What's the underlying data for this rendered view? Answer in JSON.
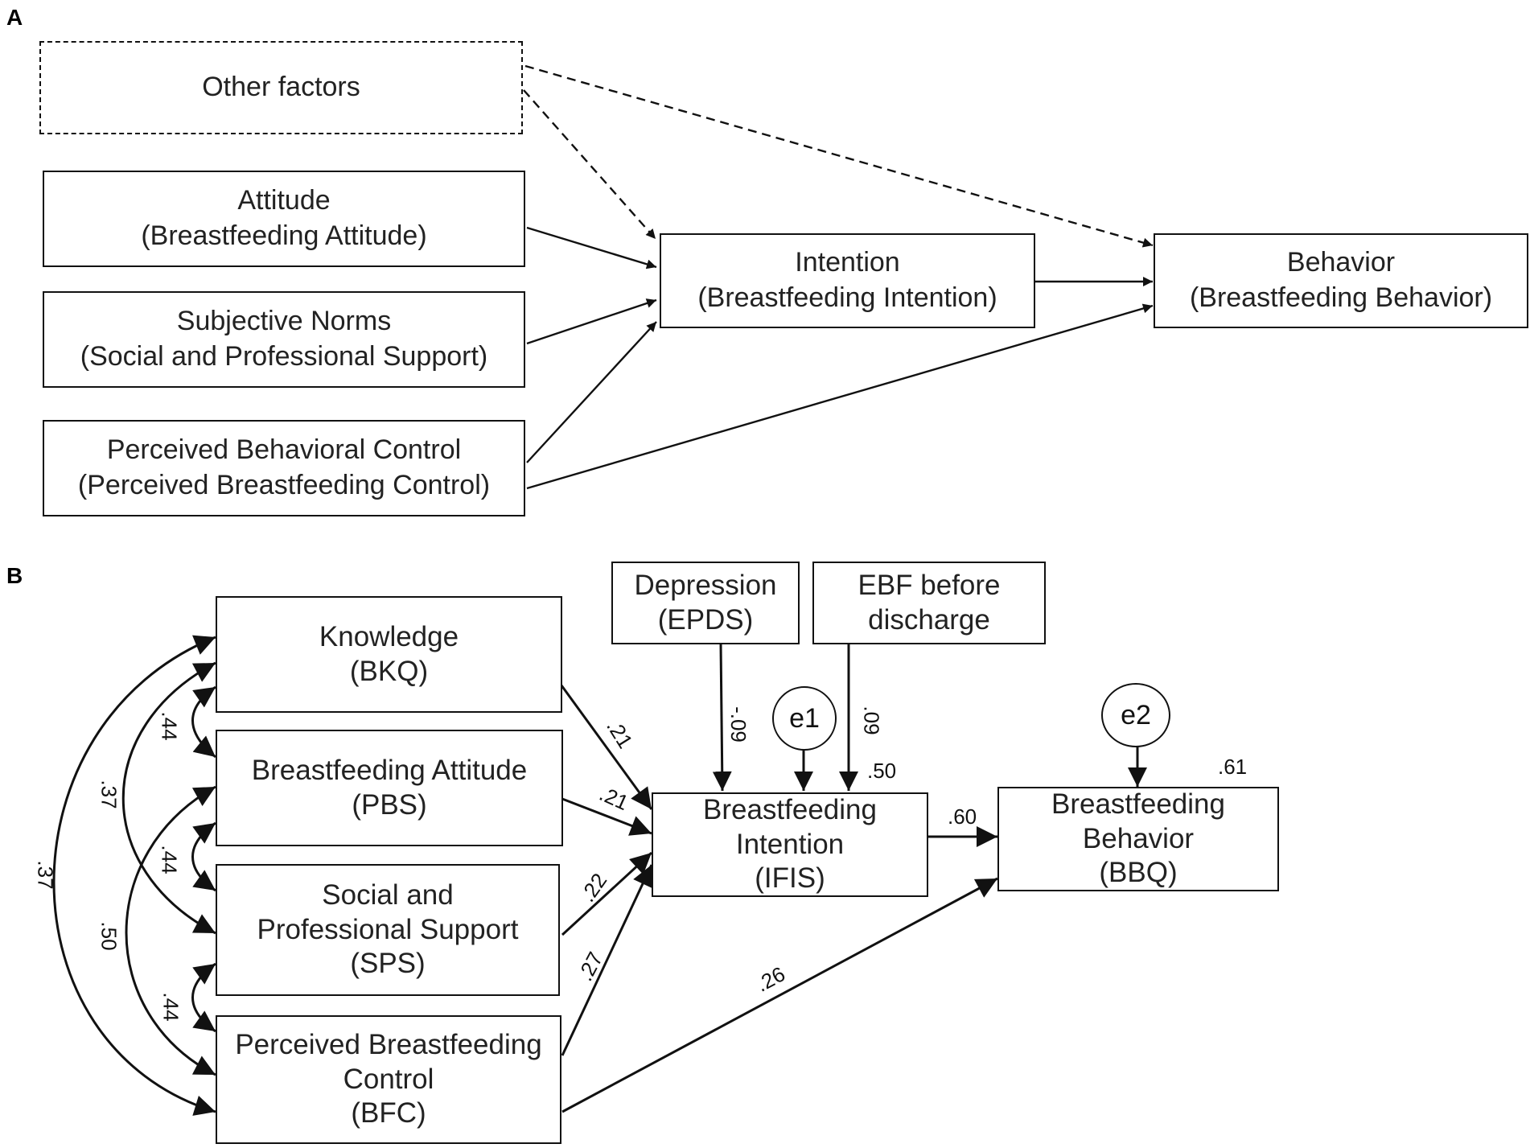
{
  "panel_a": {
    "label": "A",
    "other_factors": "Other factors",
    "attitude": {
      "title": "Attitude",
      "subtitle": "(Breastfeeding Attitude)"
    },
    "subjective_norms": {
      "title": "Subjective Norms",
      "subtitle": "(Social and Professional Support)"
    },
    "pbc": {
      "title": "Perceived Behavioral Control",
      "subtitle": "(Perceived Breastfeeding Control)"
    },
    "intention": {
      "title": "Intention",
      "subtitle": "(Breastfeeding Intention)"
    },
    "behavior": {
      "title": "Behavior",
      "subtitle": "(Breastfeeding Behavior)"
    }
  },
  "panel_b": {
    "label": "B",
    "knowledge": {
      "line1": "Knowledge",
      "line2": "(BKQ)"
    },
    "attitude": {
      "line1": "Breastfeeding Attitude",
      "line2": "(PBS)"
    },
    "support": {
      "line1": "Social and",
      "line2": "Professional Support",
      "line3": "(SPS)"
    },
    "control": {
      "line1": "Perceived Breastfeeding",
      "line2": "Control",
      "line3": "(BFC)"
    },
    "depression": {
      "line1": "Depression",
      "line2": "(EPDS)"
    },
    "ebf": {
      "line1": "EBF before",
      "line2": "discharge"
    },
    "intention": {
      "line1": "Breastfeeding",
      "line2": "Intention",
      "line3": "(IFIS)"
    },
    "behavior": {
      "line1": "Breastfeeding",
      "line2": "Behavior",
      "line3": "(BBQ)"
    },
    "e1": "e1",
    "e2": "e2",
    "coefficients": {
      "knowledge_intention": ".21",
      "attitude_intention": ".21",
      "support_intention": ".22",
      "control_intention": ".27",
      "control_behavior": ".26",
      "intention_behavior": ".60",
      "depression_intention": "-.09",
      "ebf_intention": ".09",
      "r2_intention": ".50",
      "r2_behavior": ".61",
      "cov_knowledge_attitude": ".44",
      "cov_attitude_support": ".44",
      "cov_support_control": ".44",
      "cov_knowledge_support": ".37",
      "cov_attitude_control": ".50",
      "cov_knowledge_control": ".37"
    }
  }
}
